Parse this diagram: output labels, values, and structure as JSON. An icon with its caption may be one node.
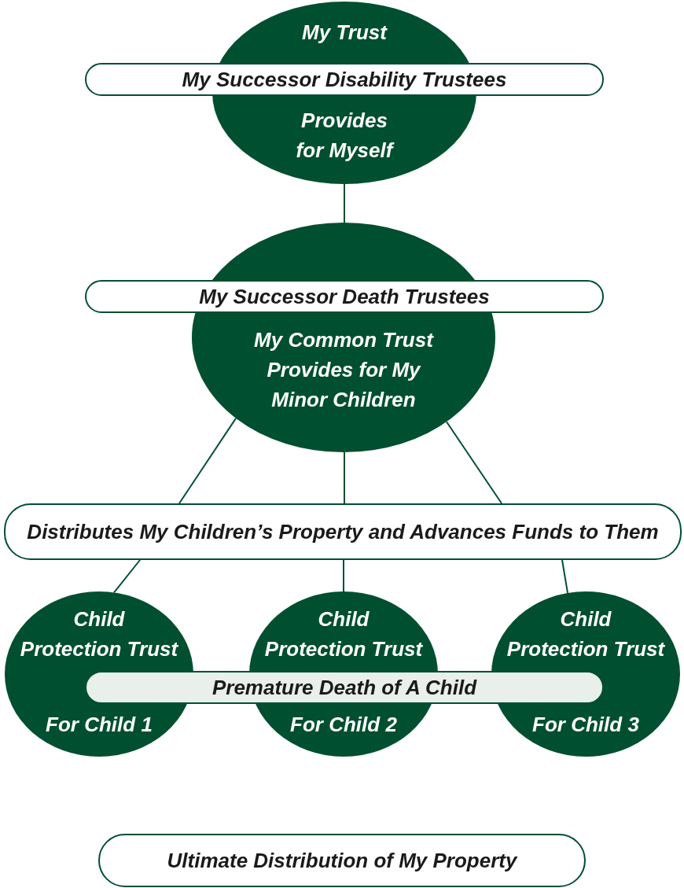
{
  "diagram": {
    "nodes": [
      {
        "text": [
          "My Trust",
          "Provides for Myself"
        ]
      },
      {
        "text": [
          "My Successor Disability Trustees"
        ]
      },
      {
        "text": [
          "My Common Trust Provides for My Minor Children"
        ]
      },
      {
        "text": [
          "My Successor Death Trustees"
        ]
      },
      {
        "text": [
          "Distributes My Children’s Property and Advances Funds to Them"
        ]
      },
      {
        "text": [
          "Child Protection Trust",
          "For Child 1"
        ]
      },
      {
        "text": [
          "Child Protection Trust",
          "For Child 2"
        ]
      },
      {
        "text": [
          "Child Protection Trust",
          "For Child 3"
        ]
      },
      {
        "text": [
          "Premature Death of A Child"
        ]
      },
      {
        "text": [
          "Ultimate Distribution of My Property"
        ]
      }
    ],
    "edges": [
      {
        "from": 0,
        "to": 2,
        "arrow": "none"
      },
      {
        "from": 2,
        "to": 4,
        "arrow": "none"
      },
      {
        "from": 2,
        "to": 4,
        "arrow": "none"
      },
      {
        "from": 2,
        "to": 4,
        "arrow": "none"
      },
      {
        "from": 4,
        "to": 5,
        "arrow": "none"
      },
      {
        "from": 4,
        "to": 6,
        "arrow": "none"
      },
      {
        "from": 4,
        "to": 7,
        "arrow": "none"
      }
    ]
  }
}
